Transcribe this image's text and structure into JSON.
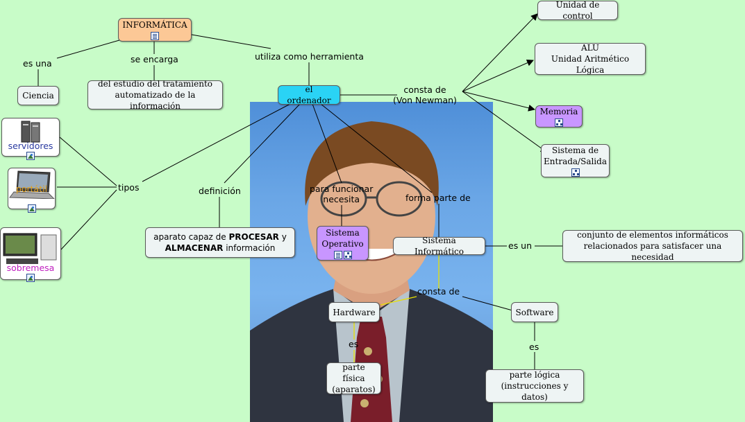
{
  "nodes": {
    "informatica": "INFORMÁTICA",
    "ciencia": "Ciencia",
    "estudio_line1": "del estudio del tratamiento",
    "estudio_line2": "automatizado de la información",
    "ordenador": "el ordenador",
    "unidad_control": "Unidad de control",
    "alu_line1": "ALU",
    "alu_line2": "Unidad Aritmético Lógica",
    "memoria": "Memoria",
    "es_line1": "Sistema de",
    "es_line2": "Entrada/Salida",
    "aparato_pre": "aparato capaz de ",
    "aparato_b1": "PROCESAR",
    "aparato_mid": " y",
    "aparato_b2": "ALMACENAR",
    "aparato_post": " información",
    "so_line1": "Sistema",
    "so_line2": "Operativo",
    "sistema_informatico": "Sistema Informático",
    "conjunto_line1": "conjunto de elementos informáticos",
    "conjunto_line2": "relacionados para satisfacer una necesidad",
    "hardware": "Hardware",
    "software": "Software",
    "fisica_line1": "parte física",
    "fisica_line2": "(aparatos)",
    "logica_line1": "parte lógica",
    "logica_line2": "(instrucciones y datos)"
  },
  "image_nodes": {
    "servidores": {
      "caption": "servidores",
      "color": "#2a3aa0"
    },
    "portatil": {
      "caption": "portátil",
      "color": "#e0a020"
    },
    "sobremesa": {
      "caption": "sobremesa",
      "color": "#c020c0"
    }
  },
  "links": {
    "es_una": "es una",
    "se_encarga": "se encarga",
    "utiliza": "utiliza como herramienta",
    "consta_vn_1": "consta de",
    "consta_vn_2": "(Von Newman)",
    "tipos": "tipos",
    "definicion": "definición",
    "para_funcionar_1": "para funcionar",
    "para_funcionar_2": "necesita",
    "forma_parte": "forma parte de",
    "es_un": "es un",
    "consta_de": "consta de",
    "es_hw": "es",
    "es_sw": "es"
  },
  "icons": {
    "informatica": [
      "document-icon"
    ],
    "memoria": [
      "concept-map-icon"
    ],
    "entrada_salida": [
      "concept-map-icon"
    ],
    "sistema_operativo": [
      "document-icon",
      "concept-map-icon"
    ],
    "image_nodes": [
      "image-icon"
    ]
  },
  "colors": {
    "background": "#c8fcc8",
    "informatica": "#fcc896",
    "ordenador": "#2ad3f5",
    "purple_nodes": "#c896ff",
    "default_node": "#eef4f4"
  }
}
